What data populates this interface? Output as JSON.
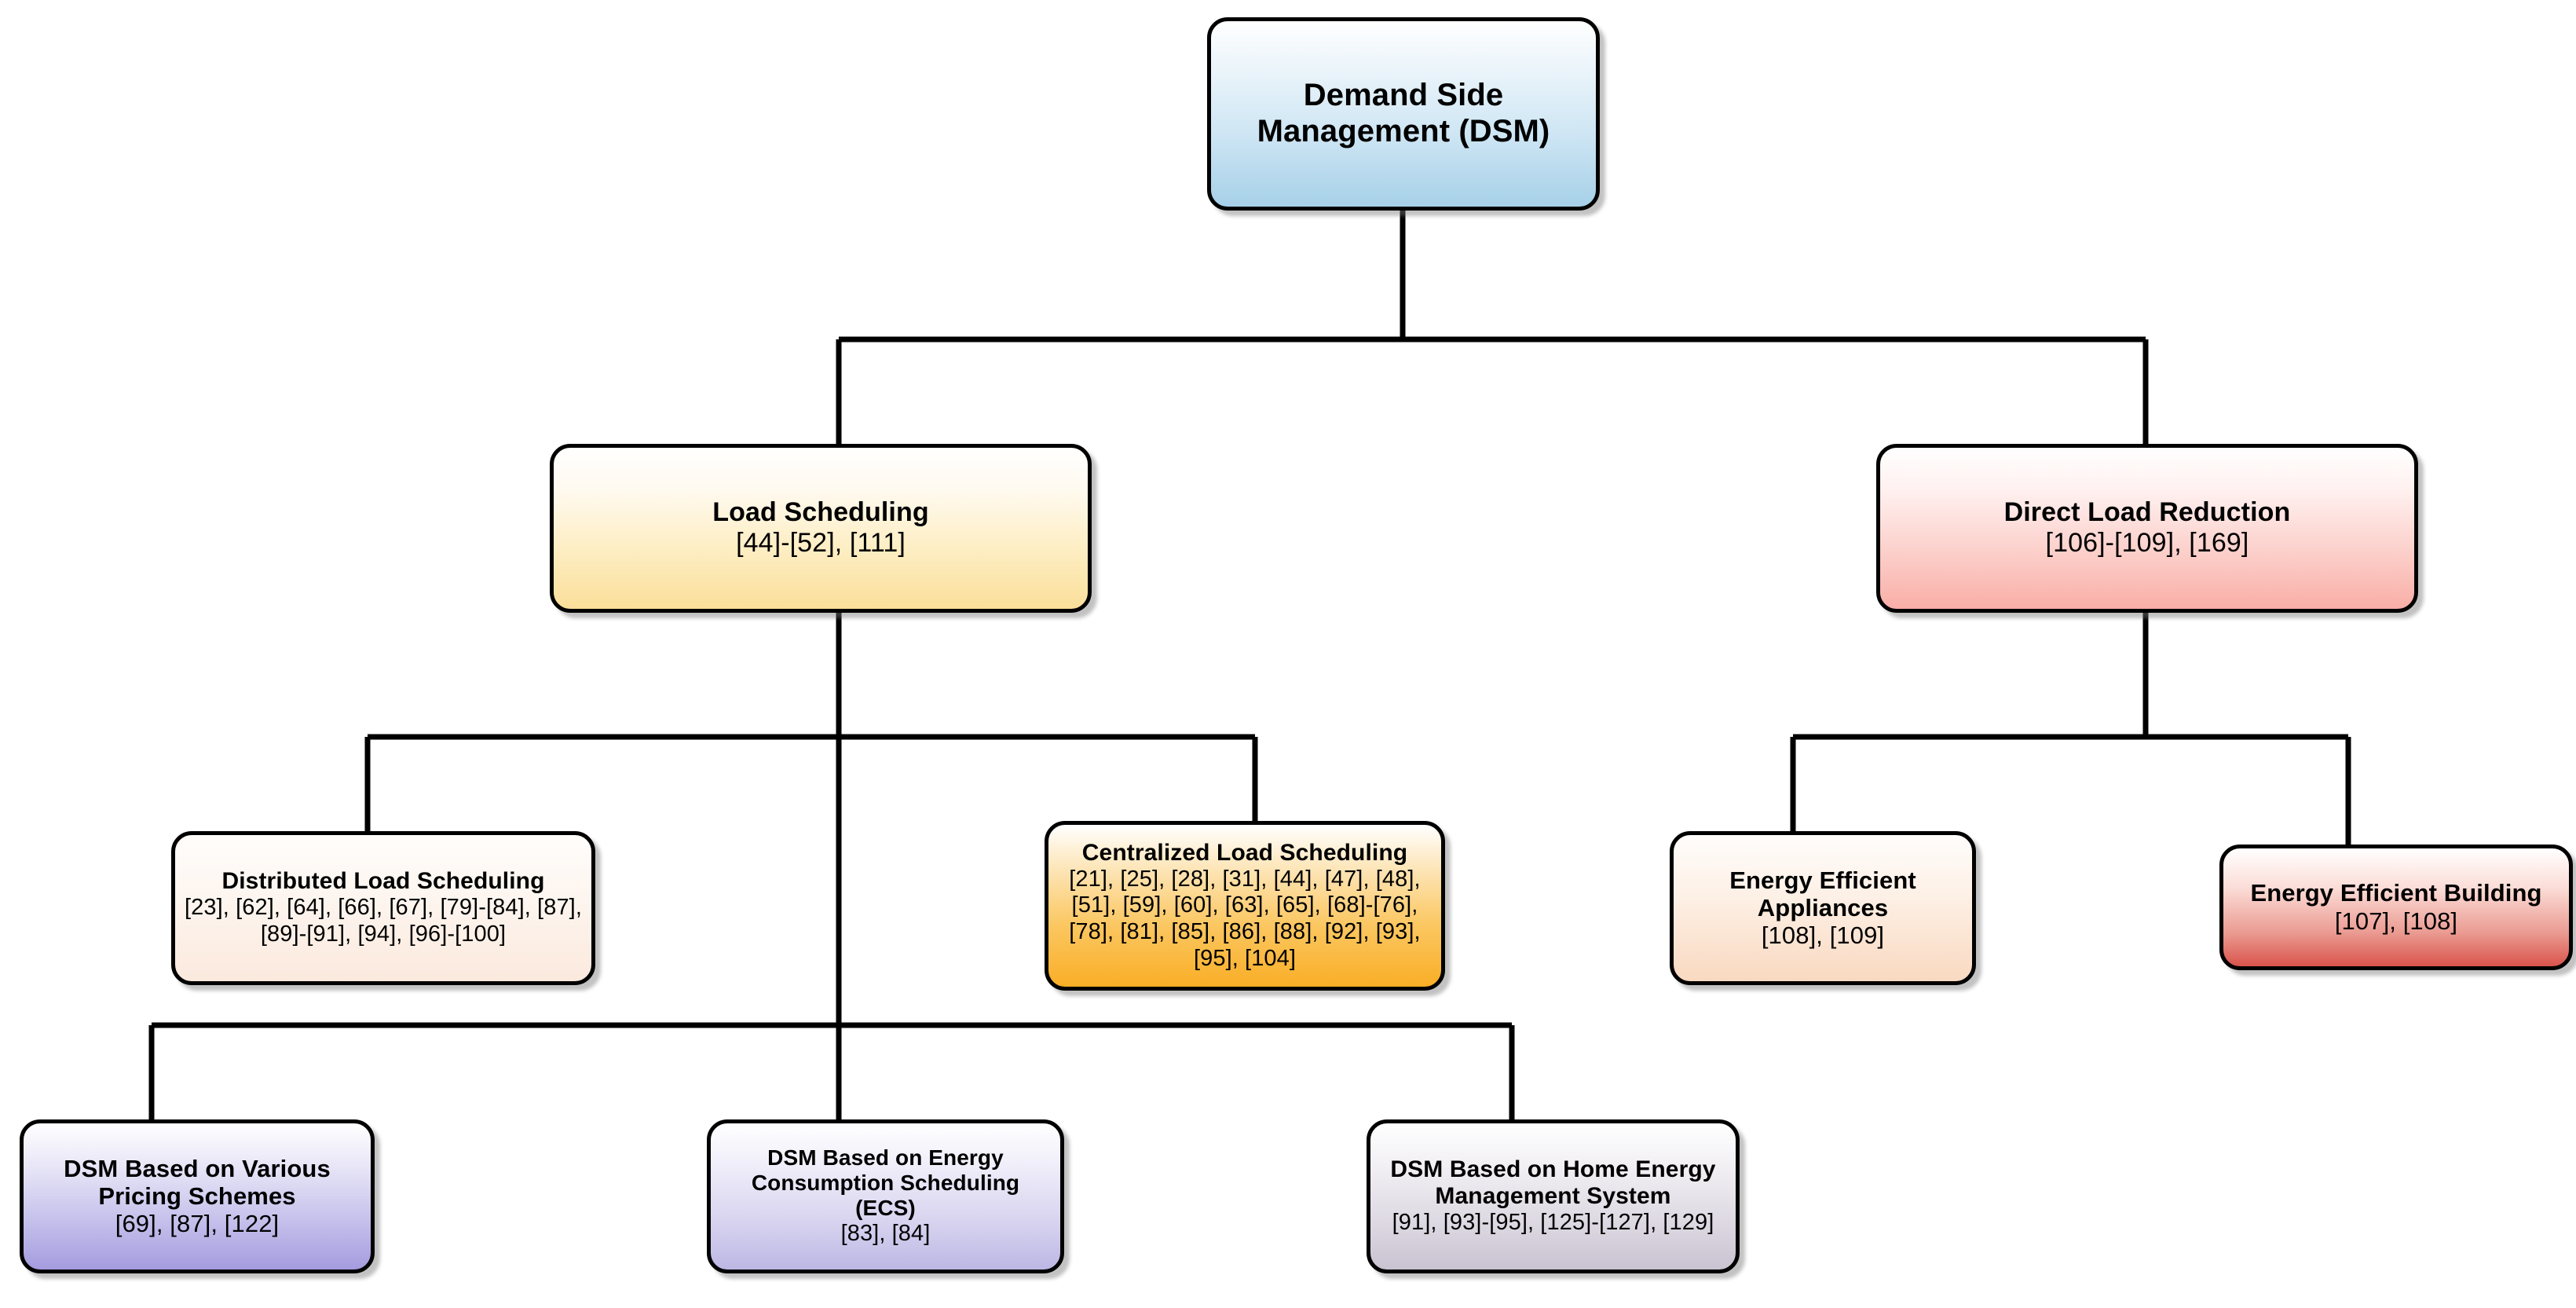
{
  "diagram": {
    "title": "Demand Side Management taxonomy",
    "type": "hierarchy-tree",
    "background": "#ffffff",
    "edge_color": "#000000",
    "node_border_color": "#000000"
  },
  "nodes": {
    "root": {
      "title": "Demand Side Management (DSM)",
      "line1": "Demand Side",
      "line2": "Management (DSM)",
      "refs": "",
      "accent": "#a6d0e8",
      "level": 1
    },
    "load_scheduling": {
      "title": "Load Scheduling",
      "refs": "[44]-[52], [111]",
      "accent": "#fbdf9a",
      "level": 2
    },
    "direct_load_reduction": {
      "title": "Direct Load Reduction",
      "refs": "[106]-[109], [169]",
      "accent": "#f9aea7",
      "level": 2
    },
    "distributed_load_scheduling": {
      "title": "Distributed Load Scheduling",
      "refs": "[23], [62], [64], [66], [67], [79]-[84], [87], [89]-[91], [94], [96]-[100]",
      "accent": "#fbe9dd",
      "level": 3
    },
    "centralized_load_scheduling": {
      "title": "Centralized Load Scheduling",
      "refs": "[21], [25], [28], [31], [44], [47], [48], [51], [59], [60], [63], [65], [68]-[76], [78], [81], [85], [86], [88], [92], [93], [95], [104]",
      "accent": "#f9ae26",
      "level": 3
    },
    "energy_efficient_appliances": {
      "title": "Energy Efficient Appliances",
      "line1": "Energy Efficient",
      "line2": "Appliances",
      "refs": "[108], [109]",
      "accent": "#f9d9c0",
      "level": 3
    },
    "energy_efficient_building": {
      "title": "Energy Efficient Building",
      "refs": "[107], [108]",
      "accent": "#d9544c",
      "level": 3
    },
    "dsm_pricing_schemes": {
      "title": "DSM Based on Various Pricing Schemes",
      "line1": "DSM Based on Various",
      "line2": "Pricing Schemes",
      "refs": "[69], [87], [122]",
      "accent": "#a49cdf",
      "level": 4
    },
    "dsm_ecs": {
      "title": "DSM Based on Energy Consumption Scheduling (ECS)",
      "line1": "DSM Based on Energy",
      "line2": "Consumption Scheduling (ECS)",
      "refs": "[83], [84]",
      "accent": "#bdb7e4",
      "level": 4
    },
    "dsm_hems": {
      "title": "DSM Based on Home Energy Management System",
      "line1": "DSM Based on Home Energy",
      "line2": "Management System",
      "refs": "[91], [93]-[95], [125]-[127], [129]",
      "accent": "#c9c3d1",
      "level": 4
    }
  },
  "edges": [
    {
      "from": "root",
      "to": "load_scheduling"
    },
    {
      "from": "root",
      "to": "direct_load_reduction"
    },
    {
      "from": "load_scheduling",
      "to": "distributed_load_scheduling"
    },
    {
      "from": "load_scheduling",
      "to": "centralized_load_scheduling"
    },
    {
      "from": "load_scheduling",
      "to": "dsm_pricing_schemes"
    },
    {
      "from": "load_scheduling",
      "to": "dsm_ecs"
    },
    {
      "from": "load_scheduling",
      "to": "dsm_hems"
    },
    {
      "from": "direct_load_reduction",
      "to": "energy_efficient_appliances"
    },
    {
      "from": "direct_load_reduction",
      "to": "energy_efficient_building"
    }
  ]
}
